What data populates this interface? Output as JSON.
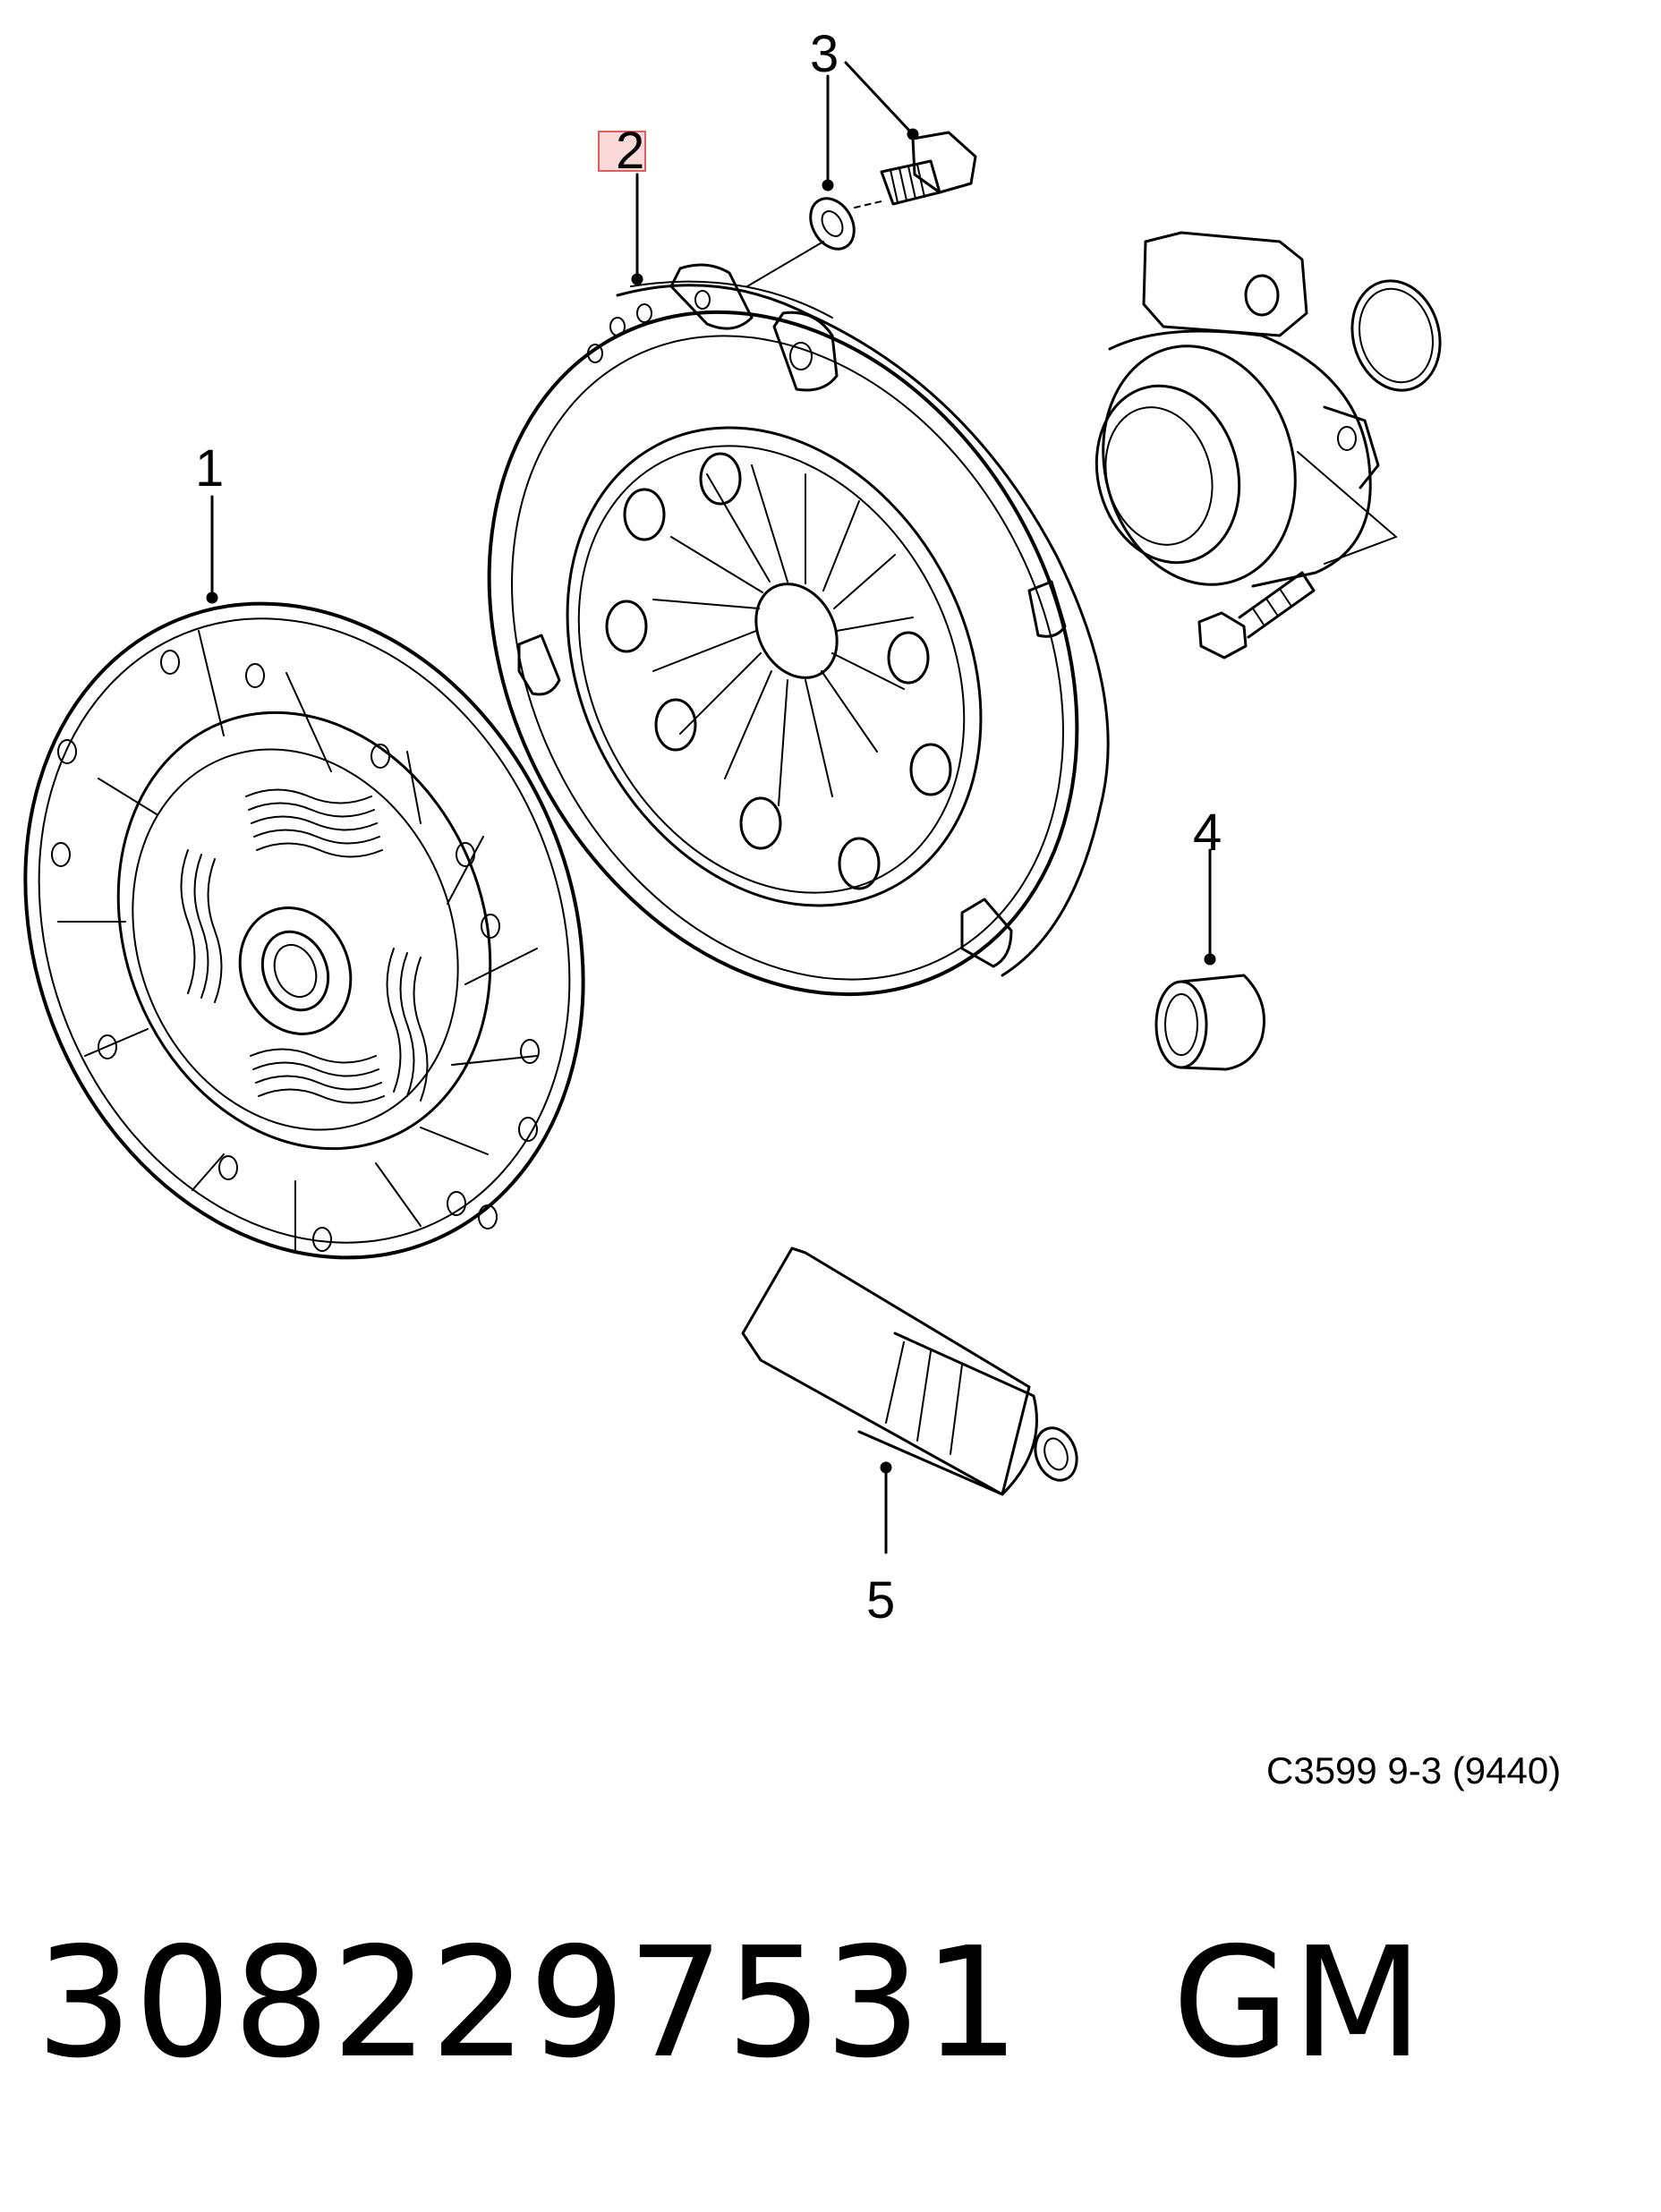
{
  "callouts": {
    "c1": "1",
    "c2": "2",
    "c3": "3",
    "c4": "4",
    "c5": "5"
  },
  "diagram_code": "C3599 9-3 (9440)",
  "part_number": "3082297531",
  "brand": "GM",
  "highlight_color": "#e06060"
}
